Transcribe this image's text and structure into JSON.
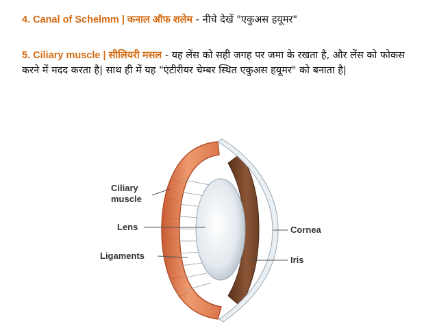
{
  "items": [
    {
      "heading": "4. Canal of Schelmm | कनाल ऑफ शलेम",
      "text": " - नीचे देखें \"एकुअस हयूमर\""
    },
    {
      "heading": "5. Ciliary muscle | सीलियरी मसल",
      "text": " - यह लेंस को सही जगह पर जमा के रखता है, और लेंस को फोकस करने में मदद करता है| साथ ही में यह \"एंटीरीयर चेम्बर स्थित एकुअस हयूमर\" को बनाता है|"
    }
  ],
  "diagram": {
    "labels": {
      "ciliary_line1": "Ciliary",
      "ciliary_line2": "muscle",
      "lens": "Lens",
      "ligaments": "Ligaments",
      "cornea": "Cornea",
      "iris": "Iris"
    },
    "colors": {
      "accent": "#d46a12",
      "muscle": "#e0875b",
      "iris": "#7a4a2e",
      "lens": "#dde4ea"
    }
  }
}
